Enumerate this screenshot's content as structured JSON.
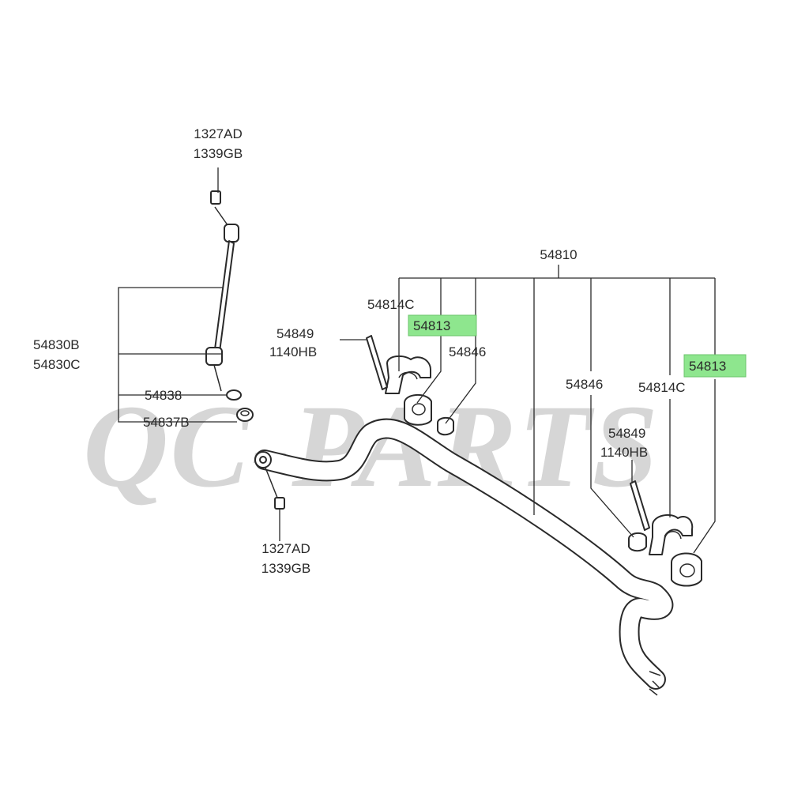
{
  "watermark": "QC-PARTS",
  "labels": {
    "top_nut_code1": "1327AD",
    "top_nut_code2": "1339GB",
    "link_code1": "54830B",
    "link_code2": "54830C",
    "cap": "54838",
    "bushing_link": "54837B",
    "bottom_nut_code1": "1327AD",
    "bottom_nut_code2": "1339GB",
    "bar_assy": "54810",
    "bracket_left": "54814C",
    "bushing_left": "54813",
    "bolt_left_code1": "54849",
    "bolt_left_code2": "1140HB",
    "spacer_left": "54846",
    "spacer_right": "54846",
    "bracket_right": "54814C",
    "bushing_right": "54813",
    "bolt_right_code1": "54849",
    "bolt_right_code2": "1140HB"
  },
  "highlight_color": "#8ee68e"
}
